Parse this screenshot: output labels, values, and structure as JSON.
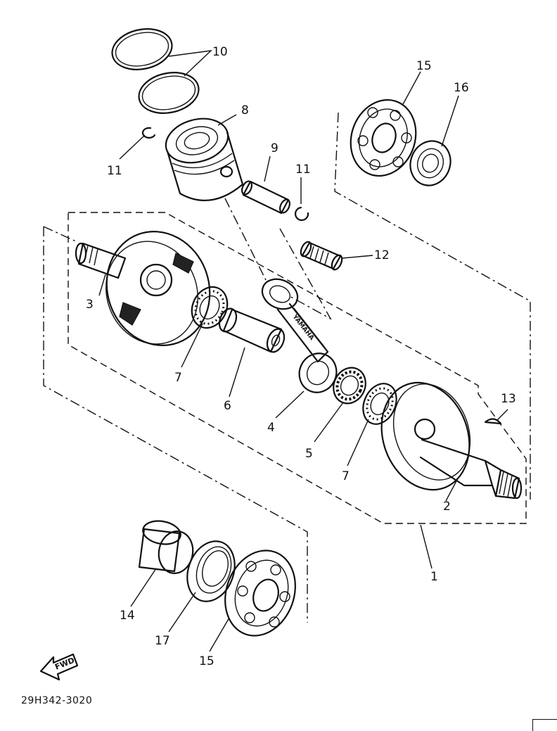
{
  "diagram_code": "29H342-3020",
  "fwd_label": "FWD",
  "rod_brand": "YAMAHA",
  "callouts": {
    "p1": "1",
    "p2": "2",
    "p3": "3",
    "p4": "4",
    "p5": "5",
    "p6": "6",
    "p7a": "7",
    "p7b": "7",
    "p8": "8",
    "p9": "9",
    "p10": "10",
    "p11a": "11",
    "p11b": "11",
    "p12": "12",
    "p13": "13",
    "p14": "14",
    "p15a": "15",
    "p15b": "15",
    "p16": "16",
    "p17": "17"
  }
}
